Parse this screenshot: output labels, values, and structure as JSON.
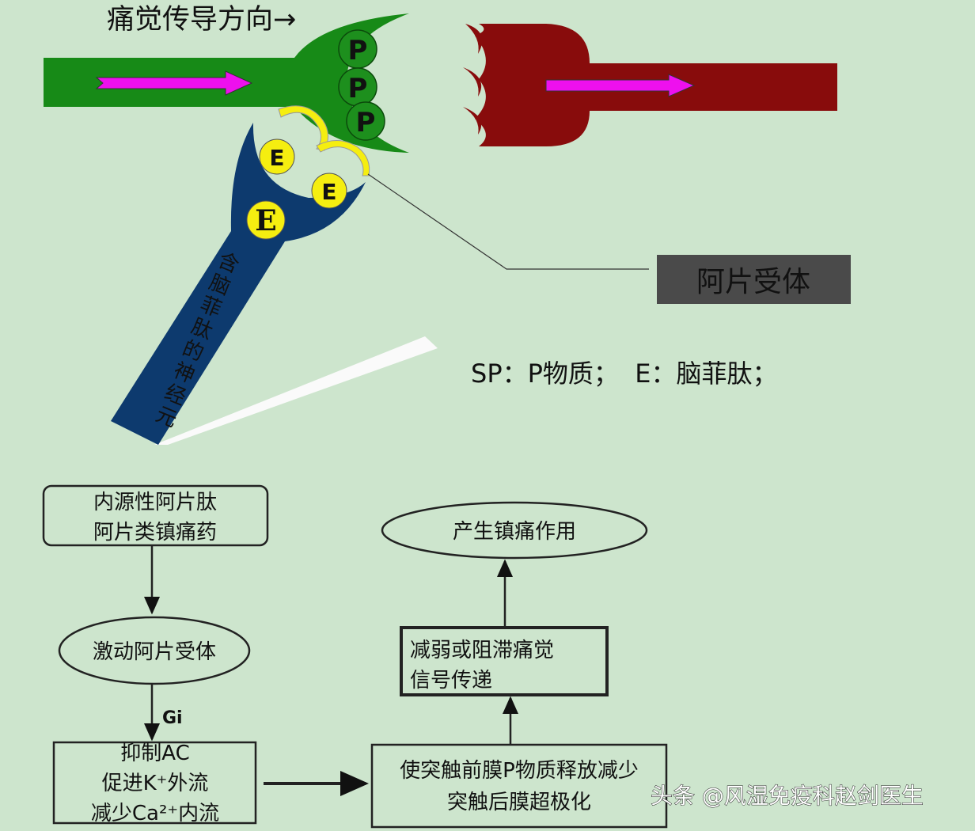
{
  "title": "痛觉传导方向→",
  "vesicle_label_p": "P",
  "vesicle_label_e": "E",
  "neuron_label": "含脑菲肽的神经元",
  "receptor_label": "阿片受体",
  "legend": "SP：P物质；  E：脑菲肽；",
  "flow": {
    "source": [
      "内源性阿片肽",
      "阿片类镇痛药"
    ],
    "activate": "激动阿片受体",
    "gi_label": "Gi",
    "effects": [
      "抑制AC",
      "促进K⁺外流",
      "减少Ca²⁺内流"
    ],
    "presynaptic": [
      "使突触前膜P物质释放减少",
      "突触后膜超极化"
    ],
    "block": [
      "减弱或阻滞痛觉",
      "信号传递"
    ],
    "result": "产生镇痛作用"
  },
  "watermark": "头条 @风湿免疫科赵剑医生",
  "colors": {
    "background": "#cde5cd",
    "pain_neuron": "#178a17",
    "post_neuron": "#880c0c",
    "enkephalin_neuron": "#0d3a6e",
    "vesicle_e": "#f5ee10",
    "arrow": "#ee10ee"
  }
}
